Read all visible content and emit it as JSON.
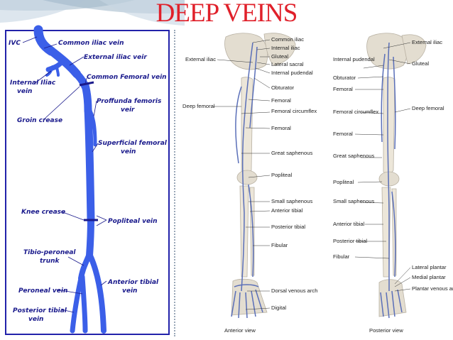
{
  "slide": {
    "title": "DEEP VEINS",
    "accent_color": "#e0202a",
    "vein_color": "#3b5fe8"
  },
  "left_diagram": {
    "labels": {
      "ivc": "IVC",
      "common_iliac": "Common iliac vein",
      "external_iliac": "External iliac veir",
      "internal_iliac_1": "Internal Iliac",
      "internal_iliac_2": "vein",
      "common_femoral": "Common Femoral vein",
      "profunda_1": "Proffunda femoris",
      "profunda_2": "veir",
      "groin_crease": "Groin crease",
      "superficial_femoral_1": "Superficial femoral",
      "superficial_femoral_2": "vein",
      "knee_crease": "Knee crease",
      "popliteal": "Popliteal vein",
      "tibioperoneal_1": "Tibio-peroneal",
      "tibioperoneal_2": "trunk",
      "peroneal": "Peroneal vein",
      "anterior_tibial_1": "Anterior tibial",
      "anterior_tibial_2": "vein",
      "posterior_tibial_1": "Posterior tibial",
      "posterior_tibial_2": "vein"
    }
  },
  "right_diagram": {
    "anterior": {
      "view_label": "Anterior view",
      "left_labels": [
        "External iliac",
        "Deep femoral"
      ],
      "right_labels": [
        "Common iliac",
        "Internal iliac",
        "Gluteal",
        "Lateral sacral",
        "Internal pudendal",
        "Obturator",
        "Femoral",
        "Femoral circumflex",
        "Femoral",
        "Great saphenous",
        "Popliteal",
        "Small saphenous",
        "Anterior tibial",
        "Posterior tibial",
        "Fibular",
        "Dorsal venous arch",
        "Digital"
      ]
    },
    "posterior": {
      "view_label": "Posterior view",
      "left_labels": [
        "Internal pudendal",
        "Obturator",
        "Femoral",
        "Femoral circumflex",
        "Femoral",
        "Great saphenous",
        "Popliteal",
        "Small saphenous",
        "Anterior tibial",
        "Posterior tibial",
        "Fibular"
      ],
      "right_labels": [
        "External iliac",
        "Gluteal",
        "Deep femoral",
        "Lateral plantar",
        "Medial plantar",
        "Plantar venous arch"
      ]
    }
  }
}
